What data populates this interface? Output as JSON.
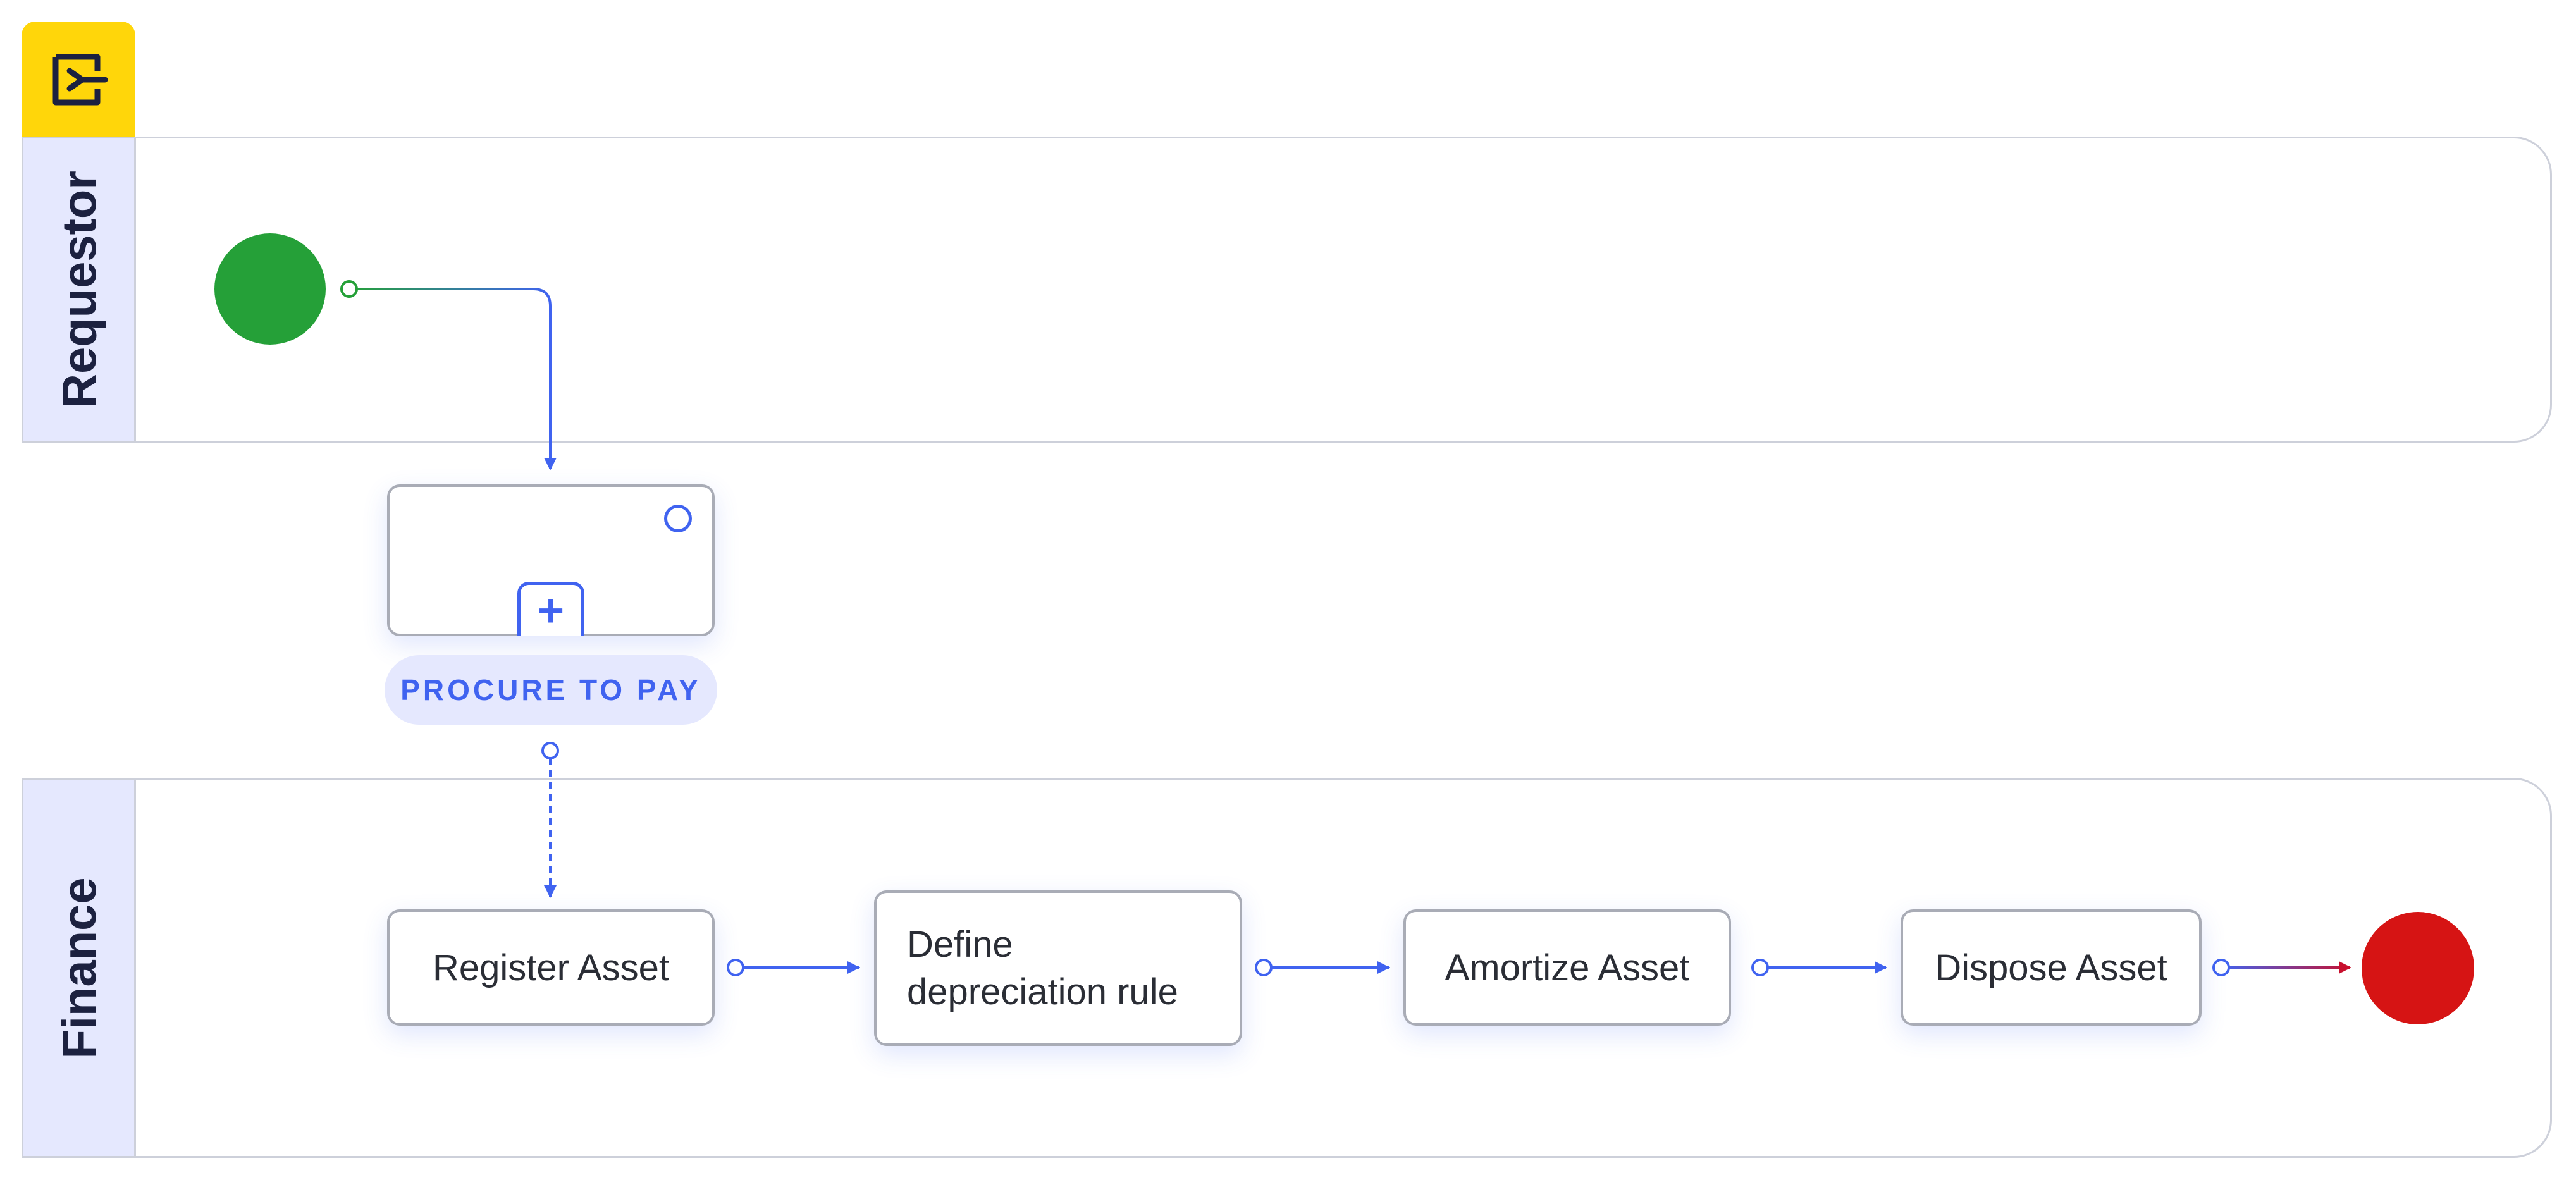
{
  "lanes": {
    "requestor": {
      "label": "Requestor"
    },
    "finance": {
      "label": "Finance"
    }
  },
  "subprocess": {
    "label": "PROCURE TO PAY",
    "expand_symbol": "+"
  },
  "tasks": {
    "register": "Register Asset",
    "define_line1": "Define",
    "define_line2": "depreciation rule",
    "amortize": "Amortize Asset",
    "dispose": "Dispose Asset"
  },
  "icons": {
    "logo": "logo-icon",
    "start": "start-event-icon",
    "end": "end-event-icon",
    "plus": "plus-icon",
    "circle": "circle-icon"
  },
  "colors": {
    "logo_bg": "#FFD60A",
    "lane_header_bg": "#E5E8FE",
    "flow": "#4063F0",
    "start_event": "#25A038",
    "end_event": "#D61414"
  }
}
